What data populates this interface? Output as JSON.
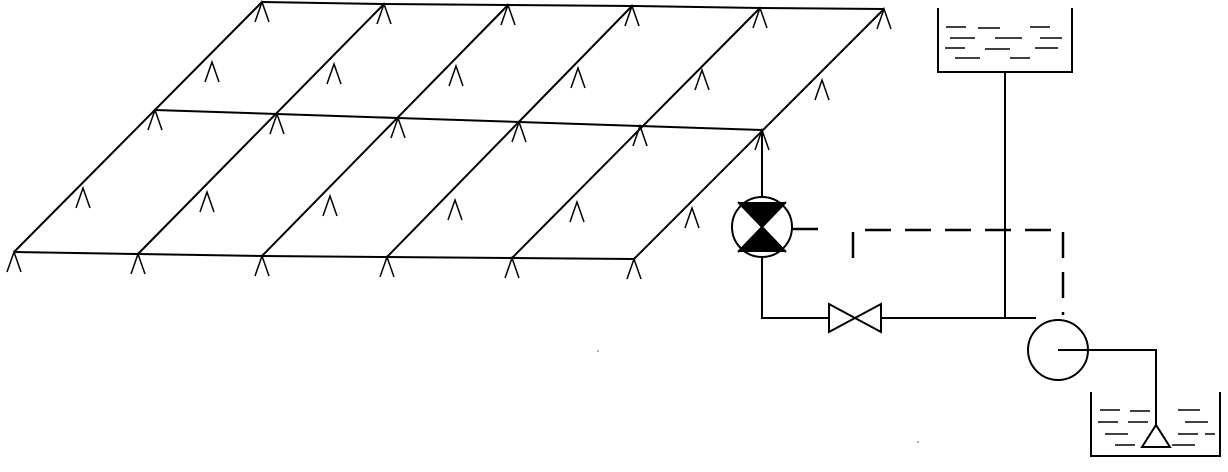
{
  "diagram": {
    "type": "sprinkler irrigation system schematic",
    "labels": [],
    "components": [
      {
        "id": "sprinkler-grid",
        "kind": "pipe network with sprinkler heads"
      },
      {
        "id": "elevated-tank",
        "kind": "water tank"
      },
      {
        "id": "control-valve",
        "kind": "valve (circle with bow-tie)"
      },
      {
        "id": "gate-valve",
        "kind": "gate valve"
      },
      {
        "id": "pump",
        "kind": "pump"
      },
      {
        "id": "source-reservoir",
        "kind": "water reservoir with foot valve"
      }
    ],
    "colors": {
      "line": "#000000",
      "background": "#ffffff"
    }
  }
}
